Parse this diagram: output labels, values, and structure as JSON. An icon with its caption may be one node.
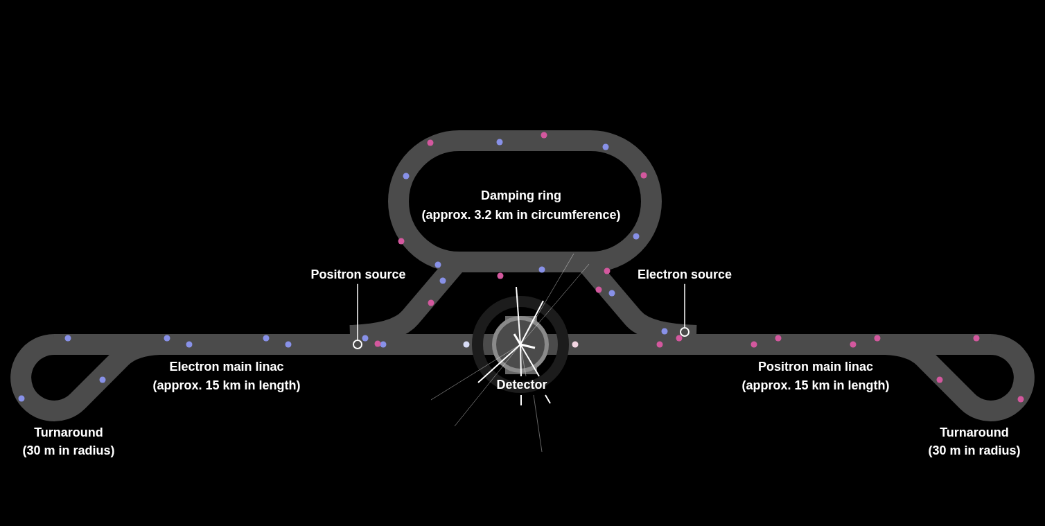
{
  "diagram": {
    "nodes": [
      {
        "text": [
          "Positron source"
        ]
      },
      {
        "text": [],
        "shape": "circle"
      },
      {
        "text": [
          "Electron source"
        ]
      },
      {
        "text": [],
        "shape": "circle"
      }
    ],
    "edges": [
      {
        "from": 0,
        "to": 1,
        "arrow": "none"
      },
      {
        "from": 2,
        "to": 3,
        "arrow": "none"
      }
    ],
    "labels": [
      "Damping ring",
      "(approx. 3.2 km in circumference)",
      "Electron main linac",
      "(approx. 15 km in length)",
      "Detector",
      "Positron main linac",
      "(approx. 15 km in length)",
      "Turnaround",
      "(30 m in radius)",
      "Turnaround",
      "(30 m in radius)"
    ]
  }
}
